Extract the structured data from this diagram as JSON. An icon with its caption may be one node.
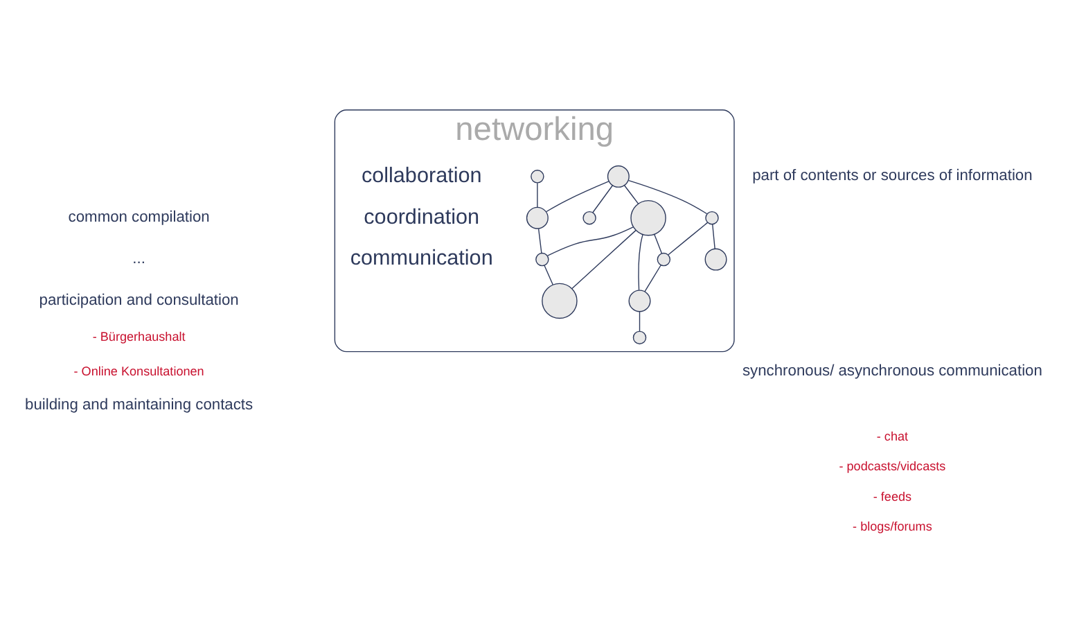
{
  "diagram": {
    "nodes": [
      {
        "text": [
          "networking"
        ]
      },
      {
        "text": [],
        "shape": "circle",
        "in": 0
      },
      {
        "text": [],
        "shape": "circle",
        "in": 0
      },
      {
        "text": [],
        "shape": "circle",
        "in": 0
      },
      {
        "text": [],
        "shape": "circle",
        "in": 0
      },
      {
        "text": [],
        "shape": "circle",
        "in": 0
      },
      {
        "text": [],
        "shape": "circle",
        "in": 0
      },
      {
        "text": [],
        "shape": "circle",
        "in": 0
      },
      {
        "text": [],
        "shape": "circle",
        "in": 0
      },
      {
        "text": [],
        "shape": "circle",
        "in": 0
      },
      {
        "text": [],
        "shape": "circle",
        "in": 0
      },
      {
        "text": [],
        "shape": "circle",
        "in": 0
      },
      {
        "text": [],
        "shape": "circle",
        "in": 0
      }
    ],
    "edges": [
      {
        "from": 2,
        "to": 1,
        "arrow": "none"
      },
      {
        "from": 1,
        "to": 3,
        "arrow": "none"
      },
      {
        "from": 1,
        "to": 6,
        "arrow": "none"
      },
      {
        "from": 2,
        "to": 4,
        "arrow": "none"
      },
      {
        "from": 2,
        "to": 5,
        "arrow": "none"
      },
      {
        "from": 2,
        "to": 10,
        "arrow": "none"
      },
      {
        "from": 5,
        "to": 6,
        "arrow": "none"
      },
      {
        "from": 5,
        "to": 9,
        "arrow": "none"
      },
      {
        "from": 5,
        "to": 12,
        "arrow": "none"
      },
      {
        "from": 5,
        "to": 11,
        "arrow": "none"
      },
      {
        "from": 6,
        "to": 9,
        "arrow": "none"
      },
      {
        "from": 9,
        "to": 7,
        "arrow": "none"
      },
      {
        "from": 8,
        "to": 10,
        "arrow": "none"
      },
      {
        "from": 10,
        "to": 11,
        "arrow": "none"
      },
      {
        "from": 11,
        "to": 12,
        "arrow": "none"
      }
    ],
    "labels": [
      "part of contents or sources of information",
      "common compilation",
      "collaboration",
      "...",
      "participation and consultation",
      "coordination",
      "- Bürgerhaushalt",
      "- Online Konsultationen",
      "communication",
      "synchronous/ asynchronous communication",
      "building and maintaining contacts",
      "- chat",
      "- podcasts/vidcasts",
      "- feeds",
      "- blogs/forums"
    ]
  }
}
